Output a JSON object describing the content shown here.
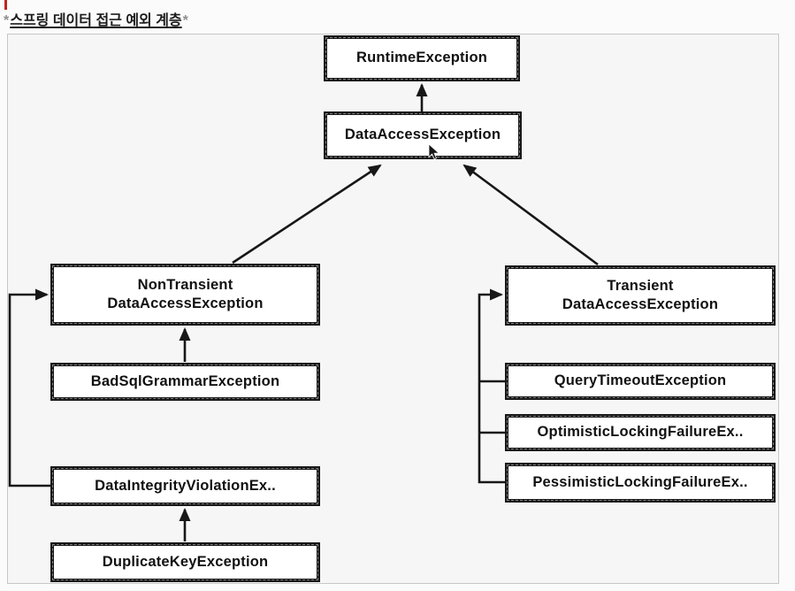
{
  "title": {
    "prefix_marker": "*",
    "text": "스프링 데이터 접근 예외 계층",
    "suffix_marker": "*"
  },
  "colors": {
    "line_and_border": "#171717",
    "box_background": "#ffffff",
    "frame_background": "#f6f6f7",
    "frame_border": "#c7c7c9",
    "page_background": "#fbfbfb",
    "title_text": "#1b1b1b",
    "red_marker": "#c42222"
  },
  "diagram": {
    "nodes": {
      "runtime_exception": {
        "label": "RuntimeException"
      },
      "data_access_exception": {
        "label": "DataAccessException"
      },
      "non_transient_data_access_exception": {
        "label": "NonTransient\nDataAccessException"
      },
      "bad_sql_grammar_exception": {
        "label": "BadSqlGrammarException"
      },
      "data_integrity_violation_exception": {
        "label": "DataIntegrityViolationEx.."
      },
      "duplicate_key_exception": {
        "label": "DuplicateKeyException"
      },
      "transient_data_access_exception": {
        "label": "Transient\nDataAccessException"
      },
      "query_timeout_exception": {
        "label": "QueryTimeoutException"
      },
      "optimistic_locking_failure_exception": {
        "label": "OptimisticLockingFailureEx.."
      },
      "pessimistic_locking_failure_exception": {
        "label": "PessimisticLockingFailureEx.."
      }
    },
    "edges": [
      {
        "from": "DataAccessException",
        "to": "RuntimeException"
      },
      {
        "from": "NonTransient DataAccessException",
        "to": "DataAccessException"
      },
      {
        "from": "Transient DataAccessException",
        "to": "DataAccessException"
      },
      {
        "from": "BadSqlGrammarException",
        "to": "NonTransient DataAccessException"
      },
      {
        "from": "DataIntegrityViolationEx..",
        "to": "NonTransient DataAccessException"
      },
      {
        "from": "DuplicateKeyException",
        "to": "DataIntegrityViolationEx.."
      },
      {
        "from": "QueryTimeoutException",
        "to": "Transient DataAccessException"
      },
      {
        "from": "OptimisticLockingFailureEx..",
        "to": "Transient DataAccessException"
      },
      {
        "from": "PessimisticLockingFailureEx..",
        "to": "Transient DataAccessException"
      }
    ]
  },
  "cursor": {
    "icon": "mouse-pointer-icon"
  }
}
